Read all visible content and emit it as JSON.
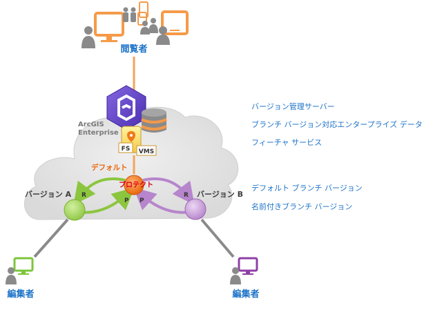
{
  "viewers": {
    "label": "閲覧者"
  },
  "server": {
    "title_line1": "ArcGIS",
    "title_line2": "Enterprise",
    "fs_label": "FS",
    "vms_label": "VMS"
  },
  "versions": {
    "default_label": "デフォルト",
    "protect_label": "プロテクト",
    "a_label": "バージョン A",
    "b_label": "バージョン B",
    "r": "R",
    "p": "P"
  },
  "editors": {
    "left_label": "編集者",
    "right_label": "編集者"
  },
  "legend": {
    "version_server": "バージョン管理サーバー",
    "branch_data": "ブランチ バージョン対応エンタープライズ データ",
    "feature_service": "フィーチャ サービス",
    "default_branch": "デフォルト ブランチ バージョン",
    "named_branch": "名前付きブランチ バージョン"
  },
  "colors": {
    "viewer_orange": "#f5a35a",
    "viewer_gray": "#8a8a8a",
    "cloud": "#e4e4e4",
    "hex_purple": "#6b4cc9",
    "default_orange": "#f07a1a",
    "version_a_green": "#a4d65a",
    "version_b_purple": "#c9a3dc",
    "label_blue": "#1d73c8",
    "editor_green": "#7cc63a",
    "editor_purple": "#8e3fa6"
  }
}
